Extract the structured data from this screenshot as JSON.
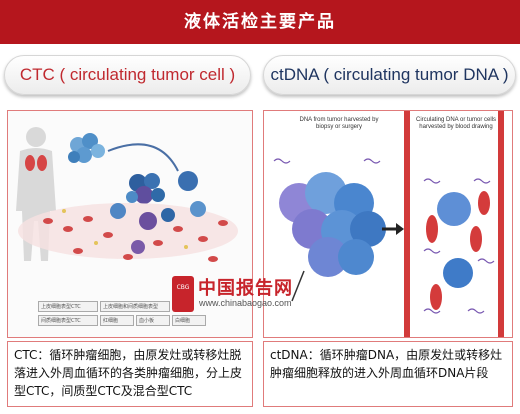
{
  "title": "液体活检主要产品",
  "left": {
    "heading": "CTC ( circulating tumor cell )",
    "legend": [
      "上皮细胞表型CTC",
      "上皮细胞和间质细胞表型",
      "间质细胞表型CTC",
      "红细胞",
      "血小板",
      "白细胞"
    ],
    "description": "CTC：循环肿瘤细胞，由原发灶或转移灶脱落进入外周血循环的各类肿瘤细胞，分上皮型CTC，间质型CTC及混合型CTC"
  },
  "right": {
    "heading": "ctDNA ( circulating tumor DNA )",
    "diagram_label_left": "DNA from tumor harvested by biopsy or surgery",
    "diagram_label_right": "Circulating DNA or tumor cells harvested by blood drawing",
    "description": "ctDNA：循环肿瘤DNA，由原发灶或转移灶肿瘤细胞释放的进入外周血循环DNA片段"
  },
  "watermark": {
    "name": "中国报告网",
    "url": "www.chinabaogao.com",
    "logo_text": "CBG"
  },
  "colors": {
    "title_bg": "#b5161d",
    "ctc_heading": "#c0292f",
    "ctdna_heading": "#1f3560",
    "panel_border": "#e07b7b"
  }
}
